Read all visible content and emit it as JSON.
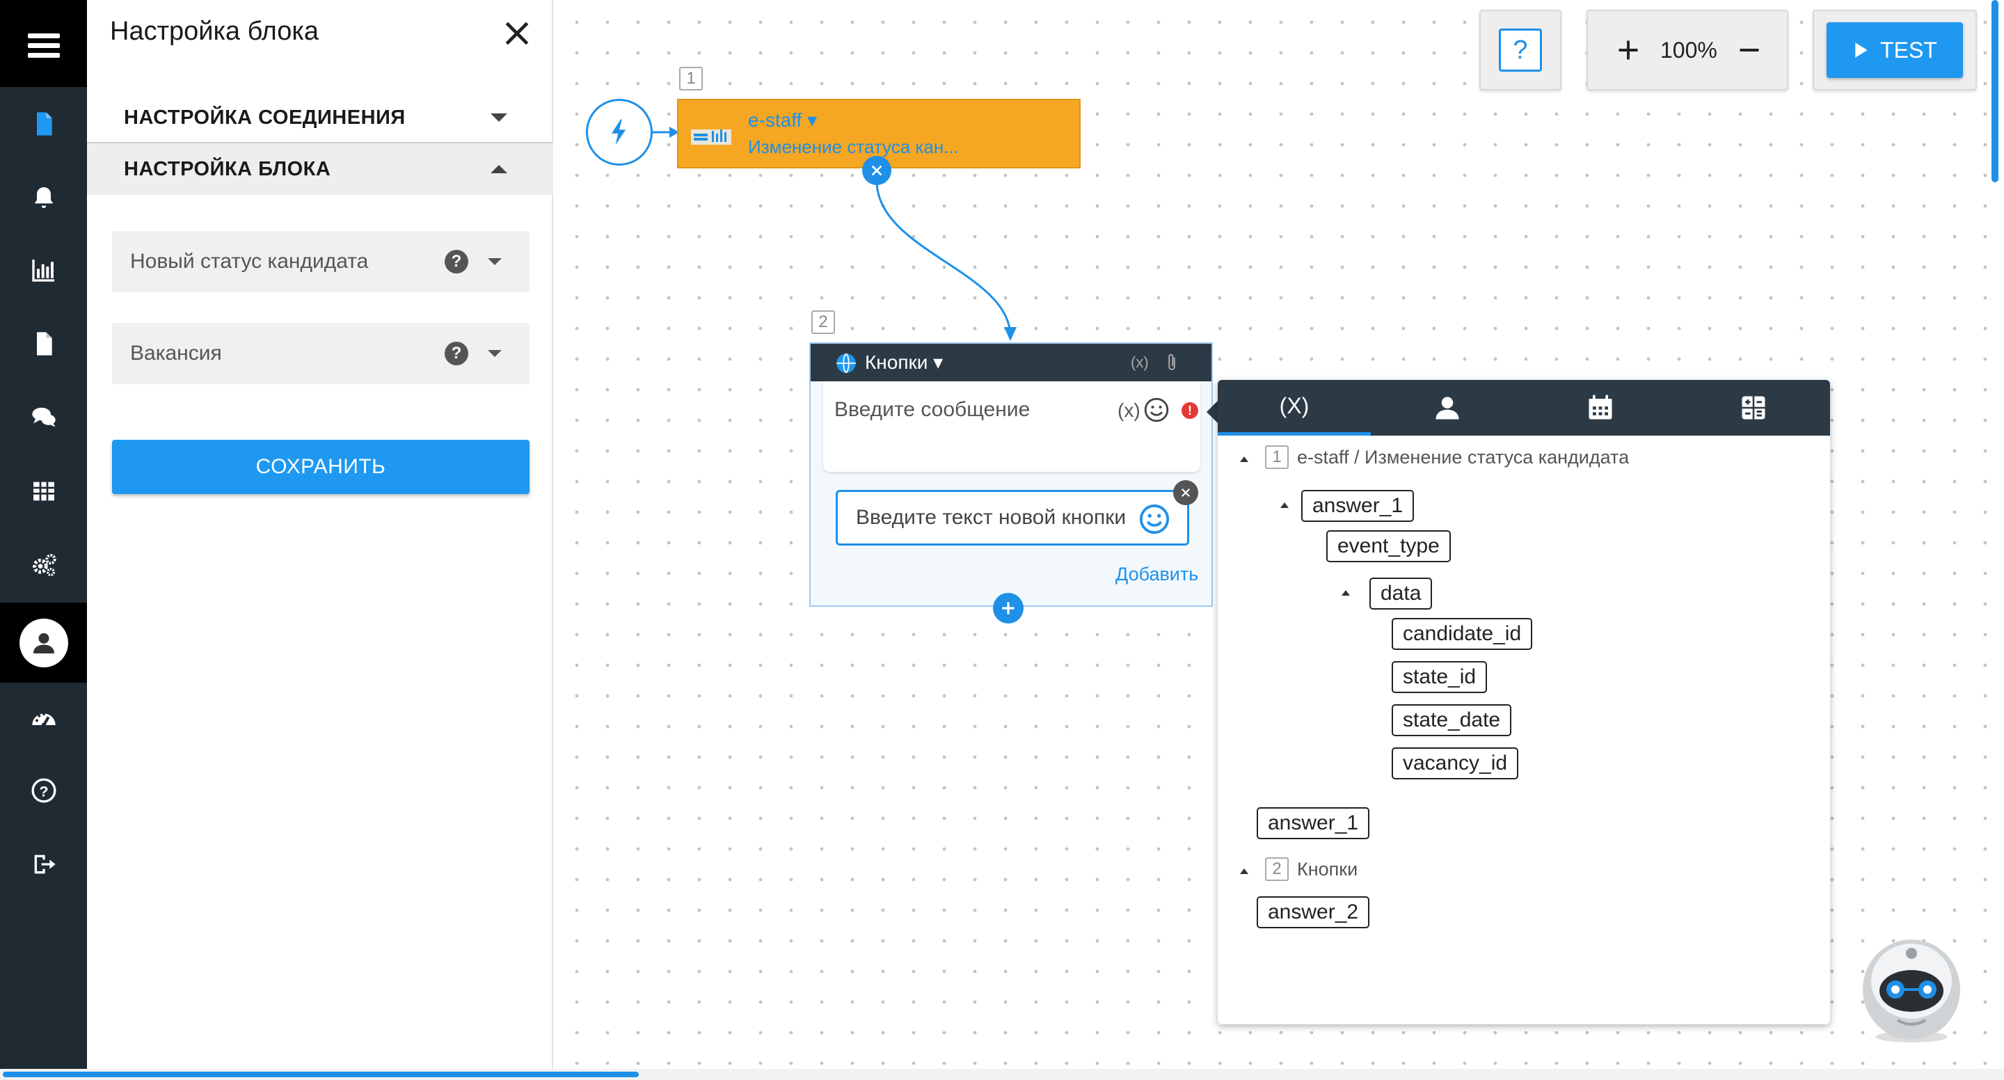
{
  "panel": {
    "title": "Настройка блока",
    "sections": [
      {
        "label": "НАСТРОЙКА СОЕДИНЕНИЯ",
        "expanded": false
      },
      {
        "label": "НАСТРОЙКА БЛОКА",
        "expanded": true
      }
    ],
    "fields": [
      {
        "placeholder": "Новый статус кандидата"
      },
      {
        "placeholder": "Вакансия"
      }
    ],
    "help_glyph": "?",
    "save_label": "СОХРАНИТЬ"
  },
  "sidebar": {
    "items": [
      {
        "icon": "document-icon",
        "active": true
      },
      {
        "icon": "bell-icon"
      },
      {
        "icon": "bar-chart-icon"
      },
      {
        "icon": "file-icon"
      },
      {
        "icon": "chat-icon"
      },
      {
        "icon": "table-icon"
      },
      {
        "icon": "gears-icon"
      },
      {
        "icon": "user-icon"
      },
      {
        "icon": "dashboard-icon"
      },
      {
        "icon": "help-icon"
      },
      {
        "icon": "logout-icon"
      }
    ]
  },
  "toolbar": {
    "help_label": "?",
    "zoom": "100%",
    "test_label": "TEST"
  },
  "node1": {
    "number": "1",
    "name": "e-staff ▾",
    "description": "Изменение статуса кан..."
  },
  "node2": {
    "number": "2",
    "title": "Кнопки ▾",
    "var_label": "(x)",
    "message_placeholder": "Введите сообщение",
    "message_var": "(x)",
    "error_glyph": "!",
    "button_placeholder": "Введите текст новой кнопки",
    "add_label": "Добавить"
  },
  "popup": {
    "tabs": [
      {
        "label": "(X)",
        "active": true
      },
      {
        "icon": "user-icon"
      },
      {
        "icon": "calendar-icon"
      },
      {
        "icon": "calculator-icon"
      }
    ],
    "groups": [
      {
        "number": "1",
        "label": "e-staff / Изменение статуса кандидата"
      },
      {
        "number": "2",
        "label": "Кнопки"
      }
    ],
    "vars": {
      "answer_1": "answer_1",
      "event_type": "event_type",
      "data": "data",
      "candidate_id": "candidate_id",
      "state_id": "state_id",
      "state_date": "state_date",
      "vacancy_id": "vacancy_id",
      "answer_1_root": "answer_1",
      "answer_2": "answer_2"
    }
  },
  "colors": {
    "accent": "#1e90e8",
    "rail": "#1f2a33",
    "node_orange": "#f5a623",
    "node_header": "#2c3a45"
  }
}
